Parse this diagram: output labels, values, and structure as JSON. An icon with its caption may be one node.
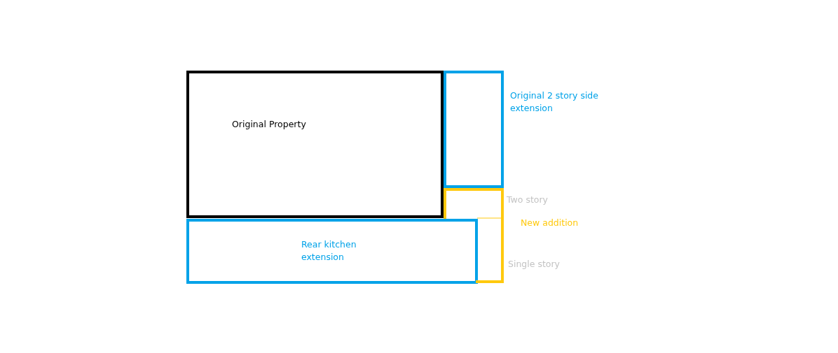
{
  "diagram": {
    "nodes": [
      {
        "text": [
          "Original Property"
        ]
      },
      {
        "text": [],
        "shape": "box",
        "beside": [
          "Original 2 story side extension"
        ]
      },
      {
        "text": [],
        "shape": "box",
        "beside": [
          "Two story",
          "New addition",
          "Single story"
        ]
      },
      {
        "text": [
          "Rear kitchen extension"
        ]
      }
    ],
    "edges": []
  }
}
